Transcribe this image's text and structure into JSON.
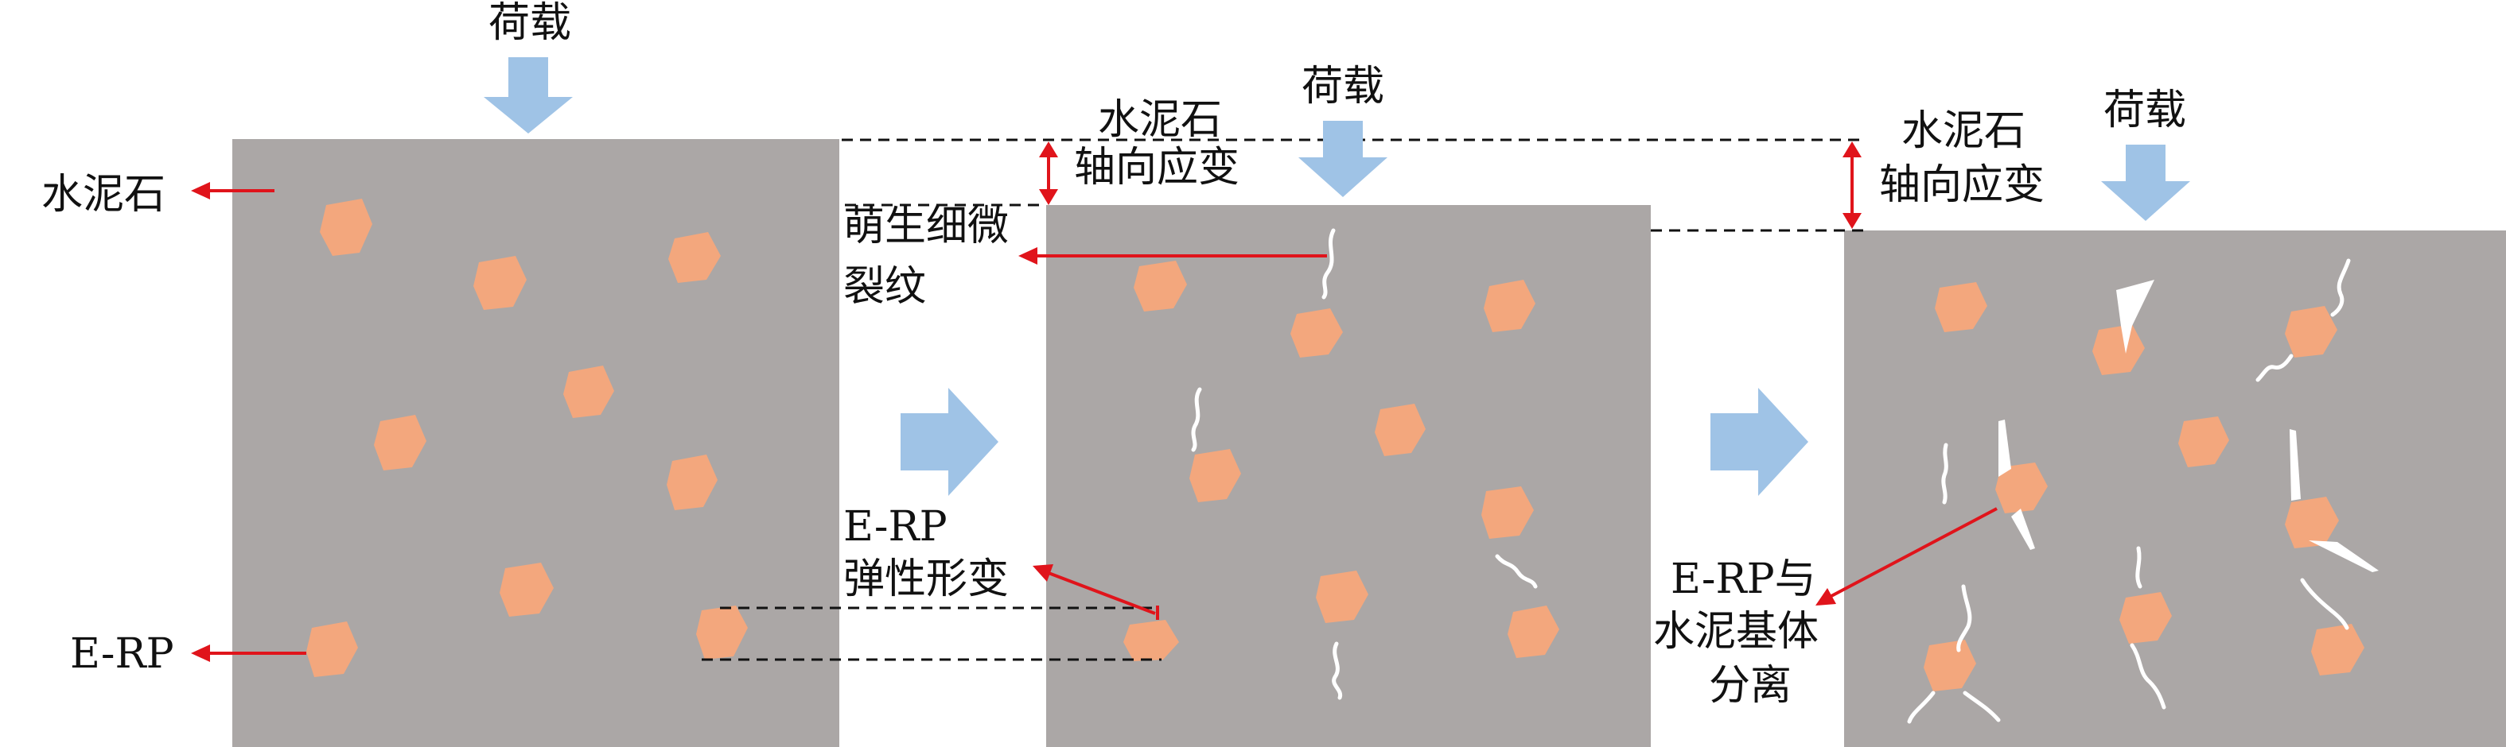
{
  "labels": {
    "load_1": "荷载",
    "load_2": "荷载",
    "load_3": "荷载",
    "cement_stone": "水泥石",
    "erp": "E-RP",
    "strain_2_line1": "水泥石",
    "strain_2_line2": "轴向应变",
    "strain_3_line1": "水泥石",
    "strain_3_line2": "轴向应变",
    "microcrack_line1": "萌生细微",
    "microcrack_line2": "裂纹",
    "erp_elastic_line1": "E-RP",
    "erp_elastic_line2": "弹性形变",
    "separation_line1": "E-RP与",
    "separation_line2": "水泥基体",
    "separation_line3": "分离"
  },
  "colors": {
    "cement_matrix": "#aba7a6",
    "rubber_particle": "#f3a77d",
    "load_arrow": "#9fc3e6",
    "leader_line": "#e0141b",
    "crack": "#ffffff"
  }
}
